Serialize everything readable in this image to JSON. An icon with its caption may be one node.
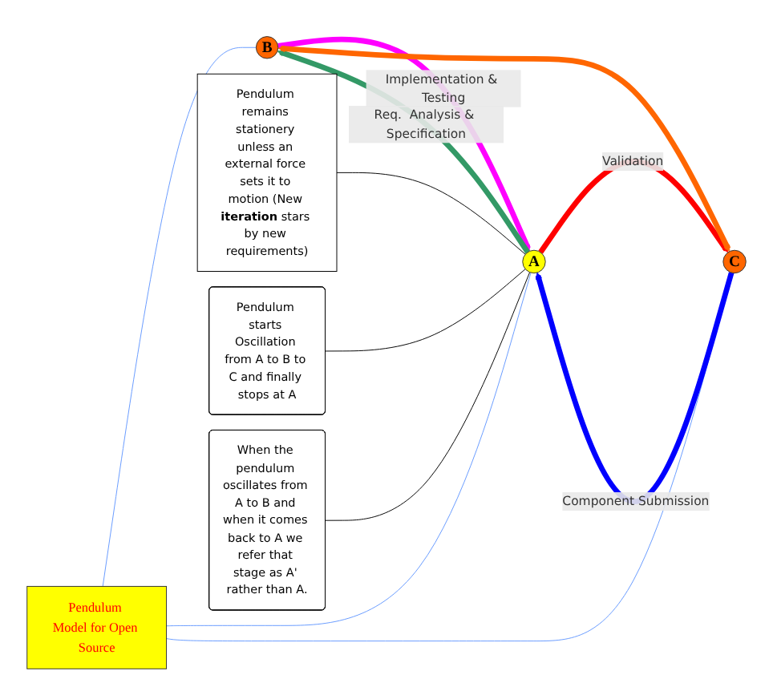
{
  "diagram": {
    "nodes": [
      {
        "text": [
          "Pendulum Model for Open Source"
        ]
      },
      {
        "text": [
          "B"
        ]
      },
      {
        "text": [
          "A"
        ]
      },
      {
        "text": [
          "C"
        ]
      },
      {
        "text": [
          "Pendulum remains stationery unless an external force sets it to motion (New **iteration** stars by new requirements)"
        ]
      },
      {
        "text": [
          "Pendulum starts Oscillation from A to B to C and finally stops at A"
        ]
      },
      {
        "text": [
          "When the pendulum oscillates from A to B and when it comes back to A we refer that stage as A' rather than A."
        ]
      }
    ],
    "edges": [
      {
        "from": 0,
        "to": 1,
        "arrow": "none",
        "color": "#6699ff"
      },
      {
        "from": 0,
        "to": 2,
        "arrow": "none",
        "color": "#6699ff"
      },
      {
        "from": 0,
        "to": 3,
        "arrow": "none",
        "color": "#6699ff"
      },
      {
        "from": 1,
        "to": 2,
        "arrow": "to",
        "label": "Implementation & Testing",
        "style": "thick",
        "color": "#ff00ff"
      },
      {
        "from": 2,
        "to": 1,
        "arrow": "to",
        "label": "Req.  Analysis & Specification",
        "style": "thick",
        "color": "#339966"
      },
      {
        "from": 2,
        "to": 3,
        "arrow": "to",
        "label": "Validation",
        "style": "thick",
        "color": "#ff0000"
      },
      {
        "from": 3,
        "to": 2,
        "arrow": "to",
        "label": "Component Submission",
        "style": "thick",
        "color": "#0000ff"
      },
      {
        "from": 1,
        "to": 3,
        "arrow": "both",
        "style": "thick",
        "color": "#ff6600"
      },
      {
        "from": 4,
        "to": 2,
        "arrow": "none",
        "color": "#000000"
      },
      {
        "from": 5,
        "to": 2,
        "arrow": "none",
        "color": "#000000"
      },
      {
        "from": 6,
        "to": 2,
        "arrow": "none",
        "color": "#000000"
      }
    ]
  }
}
